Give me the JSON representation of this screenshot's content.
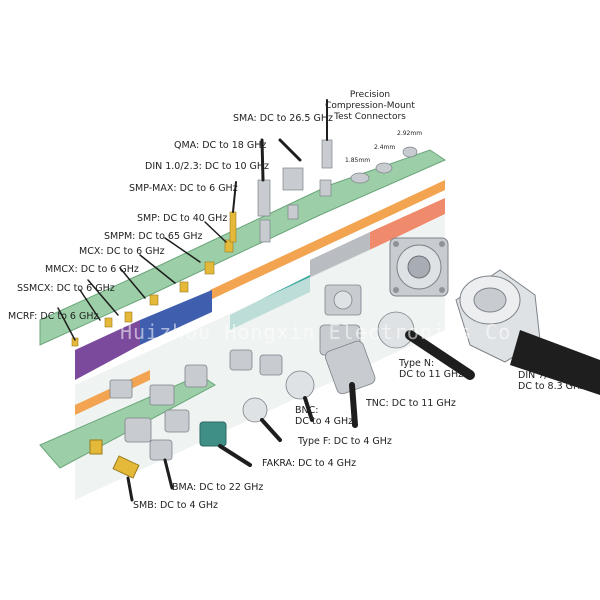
{
  "header": {
    "line1": "Precision",
    "line2": "Compression-Mount",
    "line3": "Test Connectors"
  },
  "precision_sizes": [
    "1.85mm",
    "2.4mm",
    "2.92mm"
  ],
  "labels": {
    "sma": "SMA: DC to 26.5 GHz",
    "qma": "QMA: DC to 18 GHz",
    "din123": "DIN 1.0/2.3: DC to 10 GHz",
    "smpmax": "SMP-MAX: DC to 6 GHz",
    "smp": "SMP: DC to 40 GHz",
    "smpm": "SMPM: DC to 65 GHz",
    "mcx": "MCX: DC to 6 GHz",
    "mmcx": "MMCX: DC to 6 GHz",
    "ssmcx": "SSMCX: DC to 6 GHz",
    "mcrf": "MCRF: DC to 6 GHz",
    "typen_1": "Type N:",
    "typen_2": "DC to 11 GHz",
    "din716_1": "DIN 7/16:",
    "din716_2": "DC to 8.3 GHz",
    "tnc": "TNC: DC to 11 GHz",
    "bnc_1": "BNC:",
    "bnc_2": "DC to 4 GHz",
    "typef": "Type F: DC to 4 GHz",
    "fakra": "FAKRA: DC to 4 GHz",
    "bma": "BMA: DC to 22 GHz",
    "smb": "SMB: DC to 4 GHz"
  },
  "watermark": "Huizhou Hongxin Electronics Co",
  "colors": {
    "board_green": "#9ccfa8",
    "board_edge": "#6aa57a",
    "stripe_orange": "#f3a451",
    "stripe_blue": "#3f5fae",
    "stripe_purple": "#7b4a9c",
    "stripe_teal": "#3aa89c",
    "stripe_gray": "#b9bcc0",
    "stripe_salmon": "#f08a6c",
    "connector_gold": "#e4b93a",
    "connector_silver": "#c8ccd0",
    "cable_black": "#1e1e1e",
    "fakra_teal": "#3f8f86"
  }
}
